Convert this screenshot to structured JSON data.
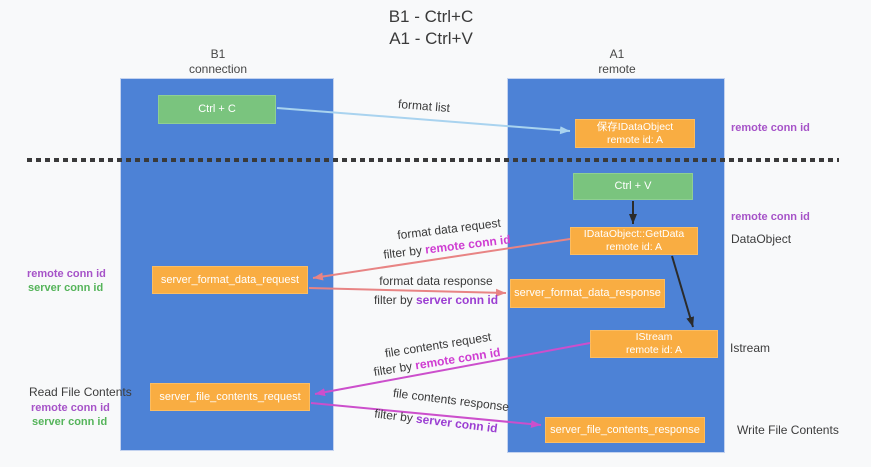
{
  "title": {
    "line1": "B1 - Ctrl+C",
    "line2": "A1 - Ctrl+V"
  },
  "lifelines": {
    "left": {
      "name": "B1",
      "role": "connection"
    },
    "right": {
      "name": "A1",
      "role": "remote"
    }
  },
  "boxes": {
    "ctrl_c": {
      "label": "Ctrl + C"
    },
    "save_dataobject": {
      "line1": "保存IDataObject",
      "line2": "remote id: A"
    },
    "ctrl_v": {
      "label": "Ctrl + V"
    },
    "getdata": {
      "line1": "IDataObject::GetData",
      "line2": "remote id: A"
    },
    "server_format_data_request": {
      "label": "server_format_data_request"
    },
    "server_format_data_response": {
      "label": "server_format_data_response"
    },
    "istream": {
      "line1": "IStream",
      "line2": "remote id: A"
    },
    "server_file_contents_request": {
      "label": "server_file_contents_request"
    },
    "server_file_contents_response": {
      "label": "server_file_contents_response"
    }
  },
  "arrow_labels": {
    "format_list": "format list",
    "format_data_request": "format data request",
    "format_data_response": "format data response",
    "file_contents_request": "file contents request",
    "file_contents_response": "file contents response",
    "filter_by": "filter by ",
    "remote_conn_id": "remote conn id",
    "server_conn_id": "server conn id"
  },
  "side_labels": {
    "remote_conn_id": "remote conn id",
    "server_conn_id": "server conn id",
    "dataobject": "DataObject",
    "istream": "Istream",
    "read_file_contents": "Read File Contents",
    "write_file_contents": "Write File Contents"
  },
  "colors": {
    "background": "#f8f9fa",
    "lifeline_blue": "#4d82d6",
    "box_green": "#7ac47e",
    "box_orange": "#f9ad42",
    "arrow_salmon": "#e88484",
    "arrow_magenta": "#cc4fcc",
    "arrow_light_blue": "#a9d3ef",
    "arrow_black": "#2b2b2b",
    "text_purple": "#a653c8",
    "text_magenta": "#cf3ed2",
    "text_green": "#55b45a",
    "text_dark": "#3a3a3a"
  }
}
